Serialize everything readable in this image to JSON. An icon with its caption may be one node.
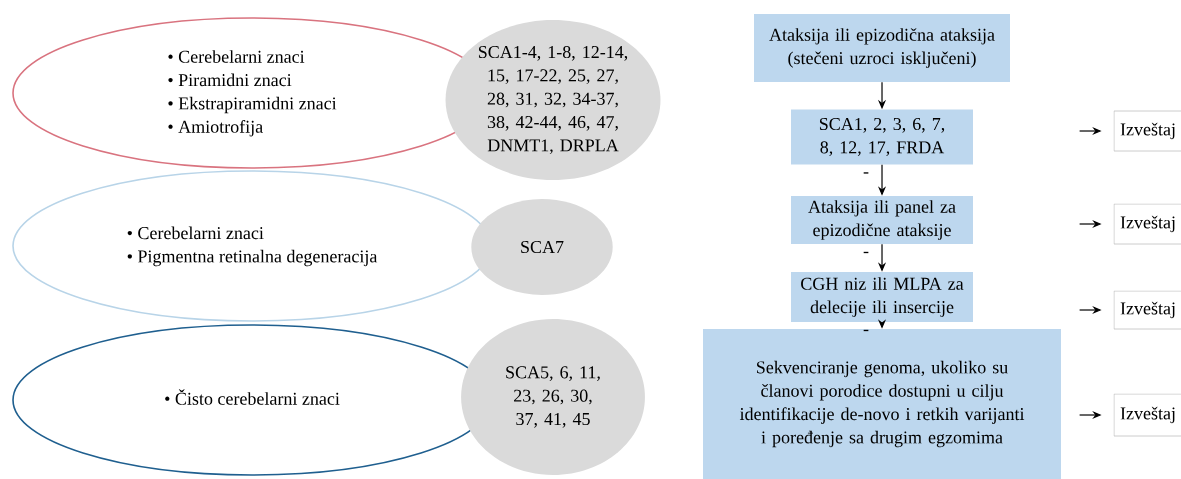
{
  "diagram": {
    "nodes": [
      {
        "text": [
          "• Cerebelarni znaci",
          "• Piramidni znaci",
          "• Ekstrapiramidni znaci",
          "• Amiotrofija"
        ]
      },
      {
        "text": [
          "SCA1-4, 1-8, 12-14, 15, 17-22, 25, 27, 28, 31, 32, 34-37, 38, 42-44, 46, 47, DNMT1, DRPLA"
        ]
      },
      {
        "text": [
          "• Cerebelarni znaci",
          "• Pigmentna retinalna degeneracija"
        ]
      },
      {
        "text": [
          "SCA7"
        ]
      },
      {
        "text": [
          "• Čisto cerebelarni znaci"
        ]
      },
      {
        "text": [
          "SCA5, 6, 11, 23, 26, 30, 37, 41, 45"
        ]
      },
      {
        "text": [
          "Ataksija ili epizodična ataksija (stečeni uzroci isključeni)"
        ]
      },
      {
        "text": [
          "SCA1, 2, 3, 6, 7, 8, 12, 17, FRDA"
        ]
      },
      {
        "text": [
          "Ataksija ili panel za epizodične ataksije"
        ]
      },
      {
        "text": [
          "CGH niz ili MLPA za delecije ili insercije"
        ]
      },
      {
        "text": [
          "Sekvenciranje genoma, ukoliko su članovi porodice dostupni u cilju identifikacije de-novo i retkih varijanti i poređenje sa drugim egzomima"
        ]
      },
      {
        "text": [
          "Izveštaj"
        ]
      },
      {
        "text": [
          "Izveštaj"
        ]
      },
      {
        "text": [
          "Izveštaj"
        ]
      },
      {
        "text": [
          "Izveštaj"
        ]
      }
    ],
    "edges": [
      {
        "from": 6,
        "to": 7,
        "arrow": "to"
      },
      {
        "from": 7,
        "to": 8,
        "arrow": "to",
        "label": "-"
      },
      {
        "from": 8,
        "to": 9,
        "arrow": "to",
        "label": "-"
      },
      {
        "from": 9,
        "to": 10,
        "arrow": "to",
        "label": "-"
      },
      {
        "from": null,
        "to": 11,
        "arrow": "to"
      },
      {
        "from": null,
        "to": 12,
        "arrow": "to"
      },
      {
        "from": null,
        "to": 13,
        "arrow": "to"
      },
      {
        "from": null,
        "to": 14,
        "arrow": "to"
      }
    ]
  }
}
